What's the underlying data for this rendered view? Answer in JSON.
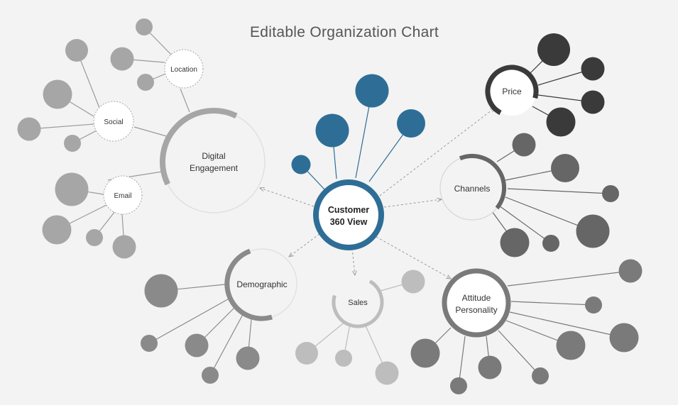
{
  "title": "Editable Organization Chart",
  "center": {
    "line1": "Customer",
    "line2": "360 View"
  },
  "nodes": {
    "digital": {
      "line1": "Digital",
      "line2": "Engagement"
    },
    "social": "Social",
    "location": "Location",
    "email": "Email",
    "price": "Price",
    "channels": "Channels",
    "demographic": "Demographic",
    "sales": "Sales",
    "attitude": {
      "line1": "Attitude",
      "line2": "Personality"
    }
  },
  "colors": {
    "background": "#f3f3f3",
    "blue": "#2e6e96",
    "dark": "#3a3a3a",
    "mid": "#666666",
    "gray": "#8a8a8a",
    "light": "#a6a6a6",
    "pale": "#bdbdbd",
    "arrow": "#9a9a9a"
  }
}
